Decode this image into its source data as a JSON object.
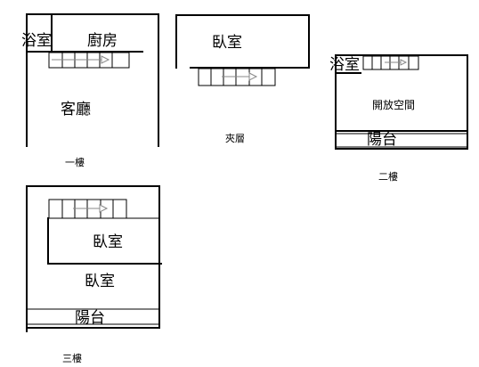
{
  "floors": {
    "first": {
      "caption": "一樓",
      "rooms": {
        "bath": "浴室",
        "kitchen": "廚房",
        "living": "客廳"
      }
    },
    "mezzanine": {
      "caption": "夾層",
      "rooms": {
        "bedroom": "臥室"
      }
    },
    "second": {
      "caption": "二樓",
      "rooms": {
        "bath": "浴室",
        "open_space": "開放空間",
        "balcony": "陽台"
      }
    },
    "third": {
      "caption": "三樓",
      "rooms": {
        "bedroom_upper": "臥室",
        "bedroom_lower": "臥室",
        "balcony": "陽台"
      }
    }
  }
}
